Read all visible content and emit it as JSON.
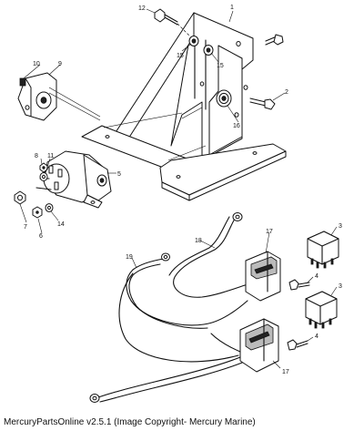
{
  "diagram": {
    "callouts": {
      "c1": "1",
      "c2": "2",
      "c3a": "3",
      "c3b": "3",
      "c4a": "4",
      "c4b": "4",
      "c5": "5",
      "c6": "6",
      "c7": "7",
      "c8": "8",
      "c9": "9",
      "c10": "10",
      "c11": "11",
      "c12": "12",
      "c14": "14",
      "c15a": "15",
      "c15b": "15",
      "c16": "16",
      "c17a": "17",
      "c17b": "17",
      "c18": "18",
      "c19": "19"
    }
  },
  "footer": {
    "caption": "MercuryPartsOnline v2.5.1 (Image Copyright- Mercury Marine)"
  }
}
